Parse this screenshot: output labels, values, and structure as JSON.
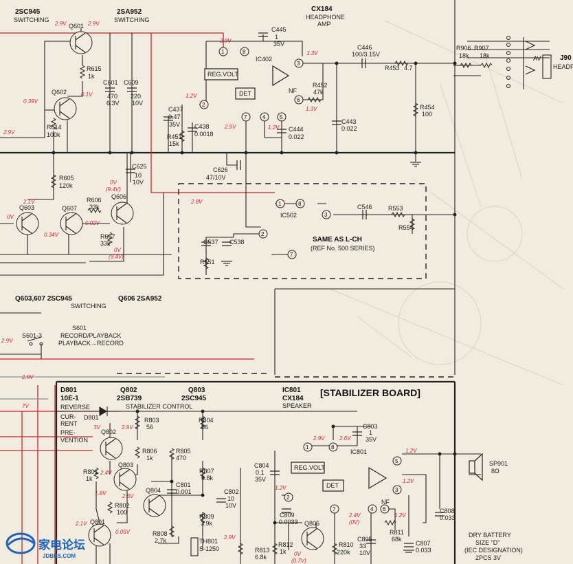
{
  "header": {
    "q601_type": "2SC945",
    "q601_role": "SWITCHING",
    "q602_type": "2SA952",
    "q602_role": "SWITCHING",
    "ic402_name": "CX184",
    "ic402_role1": "HEADPHONE",
    "ic402_role2": "AMP",
    "jack_label": "J90",
    "jack_label2": "HEADP"
  },
  "upper": {
    "q601": "Q601",
    "q602": "Q602",
    "q603": "Q603",
    "q607": "Q607",
    "q606": "Q606",
    "r615": "R615",
    "r615v": "1k",
    "r614": "R614",
    "r614v": "100k",
    "r605": "R605",
    "r605v": "120k",
    "r606": "R606",
    "r606v": "33k",
    "r607": "R607",
    "r607v": "33k",
    "c601": "C601",
    "c601v1": "470",
    "c601v2": "6.3V",
    "c609": "C609",
    "c609v1": "220",
    "c609v2": "10V",
    "c625": "C625",
    "c625v1": "10",
    "c625v2": "10V",
    "c626": "C626",
    "c626v": "47/10V",
    "c445": "C445",
    "c445v1": "1",
    "c445v2": "35V",
    "c437": "C437",
    "c437v1": "0.47",
    "c437v2": "35V",
    "c438": "C438",
    "c438v": "0.0018",
    "r451": "R451",
    "r451v": "15k",
    "c444": "C444",
    "c444v": "0.022",
    "ic402": "IC402",
    "regvolt": "REG.VOLT",
    "det": "DET",
    "nf": "NF",
    "r452": "R452",
    "r452v": "47k",
    "c446": "C446",
    "c446v": "100/3.15V",
    "r453": "R453",
    "r453v": "4.7",
    "c443": "C443",
    "c443v": "0.022",
    "r454": "R454",
    "r454v": "100",
    "r906": "R906",
    "r906v": "18k",
    "r907": "R907",
    "r907v": "18k",
    "av": "AV"
  },
  "lch": {
    "ic502": "IC502",
    "c546": "C546",
    "r553": "R553",
    "r554": "R554",
    "c537": "C537",
    "c538": "C538",
    "r551": "R551",
    "same1": "SAME AS L-CH",
    "same2": "(REF No. 500 SERIES)"
  },
  "labels": {
    "q603_607": "Q603,607  2SC945",
    "switching": "SWITCHING",
    "q606": "Q606  2SA952",
    "s601": "S601",
    "s601_desc1": "RECORD/PLAYBACK",
    "s601_desc2": "PLAYBACK→RECORD",
    "s601_3": "S601-3"
  },
  "stabilizer": {
    "d801": "D801",
    "d801_type": "10E-1",
    "d801_desc": [
      "REVERSE",
      "CUR-",
      "RENT",
      "PRE-",
      "VENTION"
    ],
    "d801_lbl": "D801",
    "q802_name": "Q802",
    "q802_type": "2SB739",
    "q803_name": "Q803",
    "q803_type": "2SC945",
    "control": "STABILIZER CONTROL",
    "ic801": "IC801",
    "ic801_type": "CX184",
    "ic801_role": "SPEAKER",
    "board_title": "[STABILIZER BOARD]",
    "q802": "Q802",
    "q803": "Q803",
    "q804": "Q804",
    "q801": "Q801",
    "q805": "Q805",
    "r803": "R803",
    "r803v": "56",
    "r804": "R804",
    "r804v": "56",
    "r806": "R806",
    "r806v": "1k",
    "r805": "R805",
    "r805v": "470",
    "r801": "R801",
    "r801v": "1k",
    "r807": "R807",
    "r807v": "6.8k",
    "c801": "C801",
    "c801v": "0.001",
    "r802": "R802",
    "r802v": "100",
    "r809": "R809",
    "r809v": "3.9k",
    "r808": "R808",
    "r808v": "2.7k",
    "th801": "TH801",
    "th801v": "S-1250",
    "c802": "C802",
    "c802v1": "10",
    "c802v2": "10V",
    "c804": "C804",
    "c804v1": "0.1",
    "c804v2": "35V",
    "c803": "C803",
    "c803v1": "1",
    "c803v2": "35V",
    "ic801_box": "IC801",
    "regvolt": "REG.VOLT",
    "det": "DET",
    "nf": "NF",
    "c809": "C809",
    "c809v": "0.0033",
    "r813": "R813",
    "r813v": "6.8k",
    "r812": "R812",
    "r812v": "1k",
    "r810": "R810",
    "r810v": "220k",
    "c805": "C805",
    "c805v1": "33",
    "c805v2": "10V",
    "r811": "R811",
    "r811v": "68k",
    "c807": "C807",
    "c807v": "0.033",
    "c808": "C808",
    "c808v": "0.033",
    "sp901": "SP901",
    "sp901v": "8Ω",
    "battery1": "DRY BATTERY",
    "battery2": "SIZE \"D\"",
    "battery3": "(IEC DESIGNATION)",
    "battery4": "2PCS 3V"
  },
  "voltages": {
    "v_q601_e": "2.9V",
    "v_q601_c": "2.9V",
    "v_q602_b": "0.39V",
    "v_q602_c": "0.1V",
    "v_left": "2.9V",
    "v_ic_1": "2.9V",
    "v_ic_3": "1.3V",
    "v_ic_2": "1.2V",
    "v_ic_7": "2.9V",
    "v_ic_5": "1.2V",
    "v_ic_6": "1.3V",
    "v_q603_b": "2.1V",
    "v_q603_e": "0V",
    "v_q607_e": "0.34V",
    "v_q607_b": "0.02V",
    "v_q606_b": "0V",
    "v_q606_b2": "(9.4V)",
    "v_q606_e": "0V",
    "v_q606_e2": "(9.4V)",
    "v_28": "2.8V",
    "v_s29": "2.9V",
    "v_s29b": "2.9V",
    "v_7": "7V",
    "v_q802_1": "3V",
    "v_q802_2": "2.9V",
    "v_q803": "2.4V",
    "v_q804": "2.5V",
    "v_q804b": "1.8V",
    "v_q801": "0.05V",
    "v_q801b": "2.1V",
    "v_ic801_1": "2.9V",
    "v_ic801_8": "2.6V",
    "v_ic801_5": "1.2V",
    "v_ic801_3": "1.2V",
    "v_ic801_2": "1.2V",
    "v_ic801_7": "2.4V",
    "v_ic801_7b": "(0V)",
    "v_ic801_6": "1.2V",
    "v_q805": "2.9V",
    "v_q805b": "0V",
    "v_q805c": "(0.7V)"
  },
  "watermark": {
    "cn": "家电论坛",
    "url": "JDBBS.COM"
  }
}
